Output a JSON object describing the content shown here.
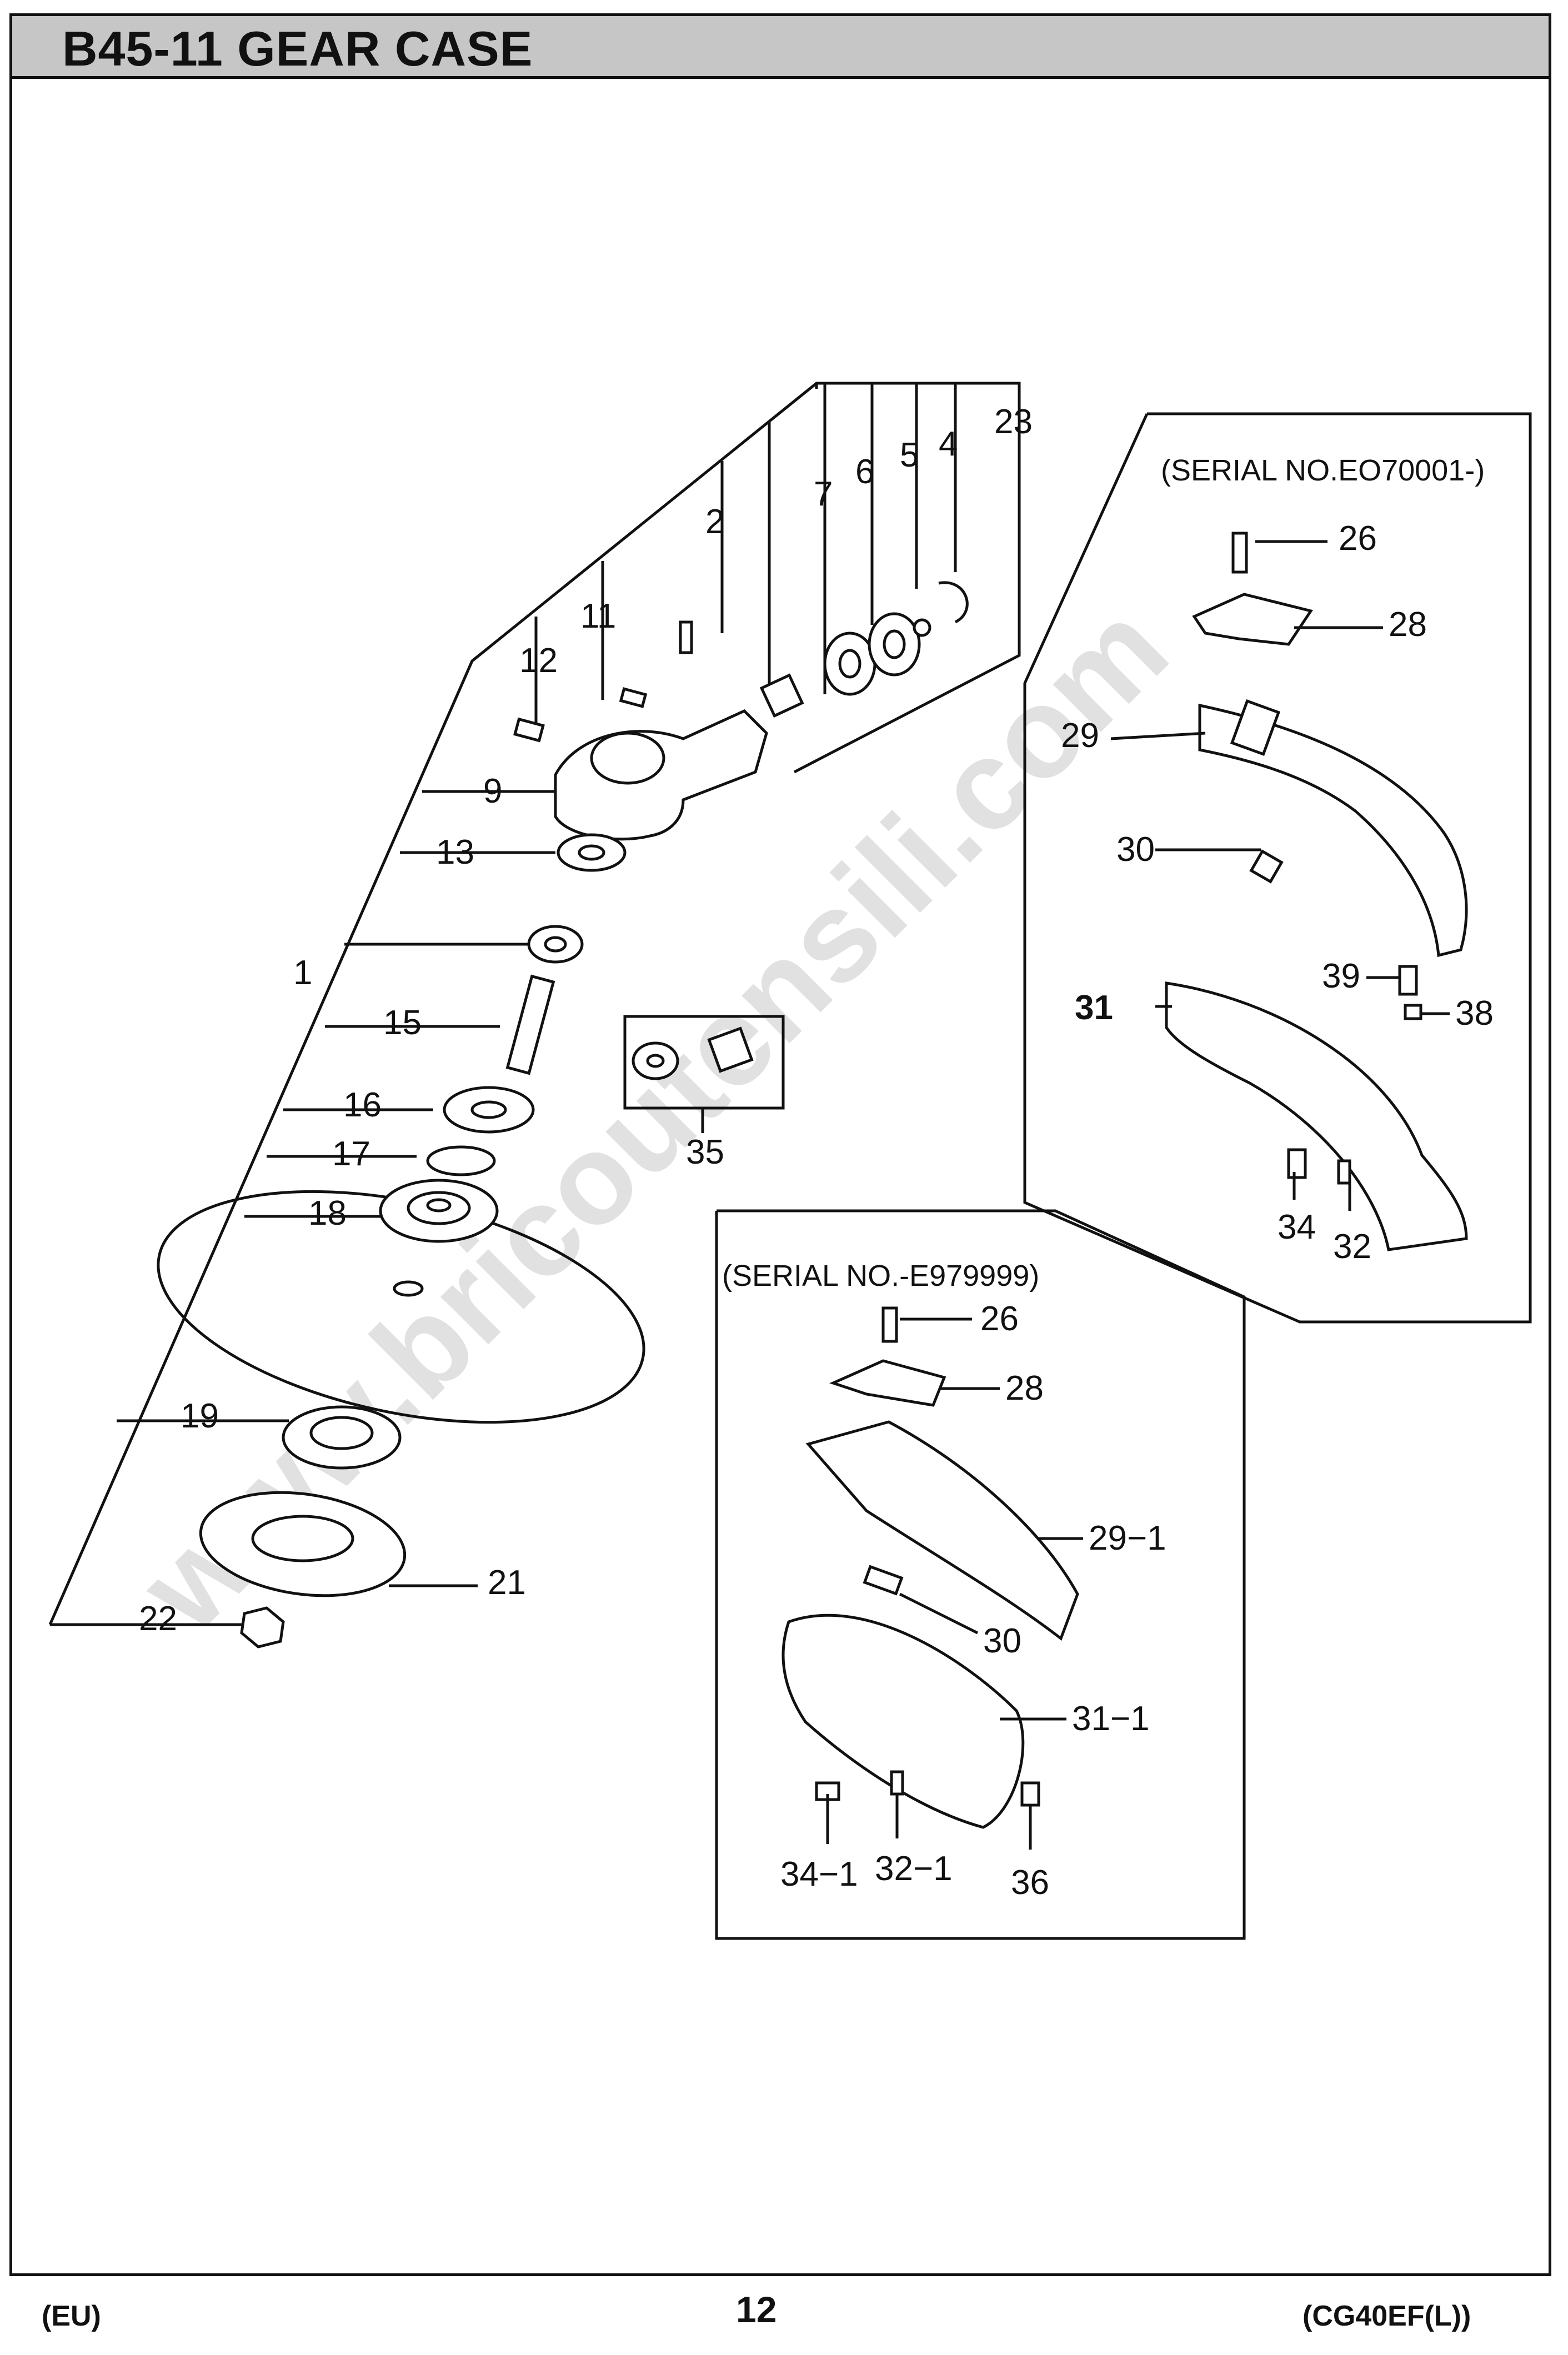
{
  "header": {
    "title": "B45-11 GEAR CASE"
  },
  "footer": {
    "left": "(EU)",
    "page": "12",
    "right": "(CG40EF(L))"
  },
  "watermark": "www.bricoutensili.com",
  "insets": {
    "new_serial": "(SERIAL NO.EO70001-)",
    "old_serial": "(SERIAL NO.-E979999)"
  },
  "callouts": {
    "c23": "23",
    "c4": "4",
    "c5": "5",
    "c6": "6",
    "c7": "7",
    "c2": "2",
    "c11": "11",
    "c12": "12",
    "c9": "9",
    "c13": "13",
    "c1": "1",
    "c15": "15",
    "c16": "16",
    "c17": "17",
    "c18": "18",
    "c19": "19",
    "c21": "21",
    "c22": "22",
    "c35": "35",
    "n26": "26",
    "n28": "28",
    "n29": "29",
    "n30": "30",
    "n39": "39",
    "n38": "38",
    "n31": "31",
    "n34": "34",
    "n32": "32",
    "o26": "26",
    "o28": "28",
    "o29_1": "29−1",
    "o30": "30",
    "o31_1": "31−1",
    "o34_1": "34−1",
    "o32_1": "32−1",
    "o36": "36"
  }
}
